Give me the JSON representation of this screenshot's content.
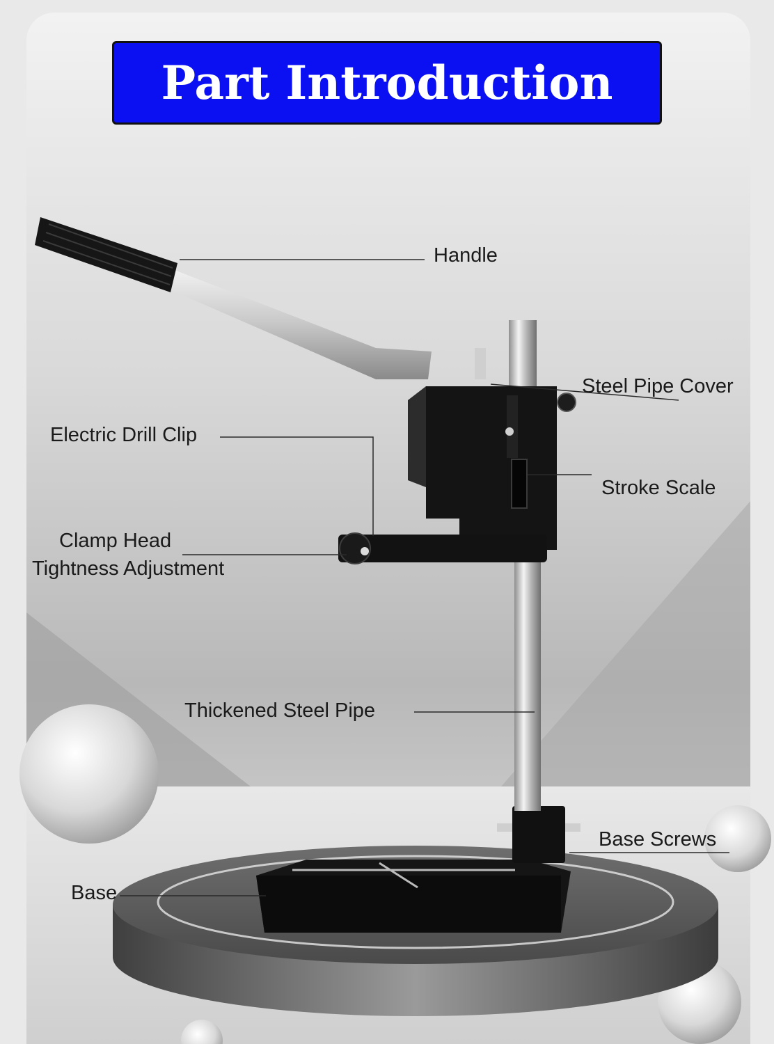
{
  "title": "Part Introduction",
  "labels": {
    "handle": "Handle",
    "steel_pipe_cover": "Steel Pipe Cover",
    "electric_drill_clip": "Electric Drill Clip",
    "stroke_scale": "Stroke Scale",
    "clamp_head_line1": "Clamp Head",
    "clamp_head_line2": "Tightness Adjustment",
    "thickened_steel_pipe": "Thickened Steel Pipe",
    "base_screws": "Base Screws",
    "base": "Base"
  },
  "colors": {
    "title_background": "#0a10f2",
    "title_text": "#ffffff",
    "background": "#e9e9e9",
    "stand_body": "#141414",
    "pipe": "#c8c8c8"
  }
}
